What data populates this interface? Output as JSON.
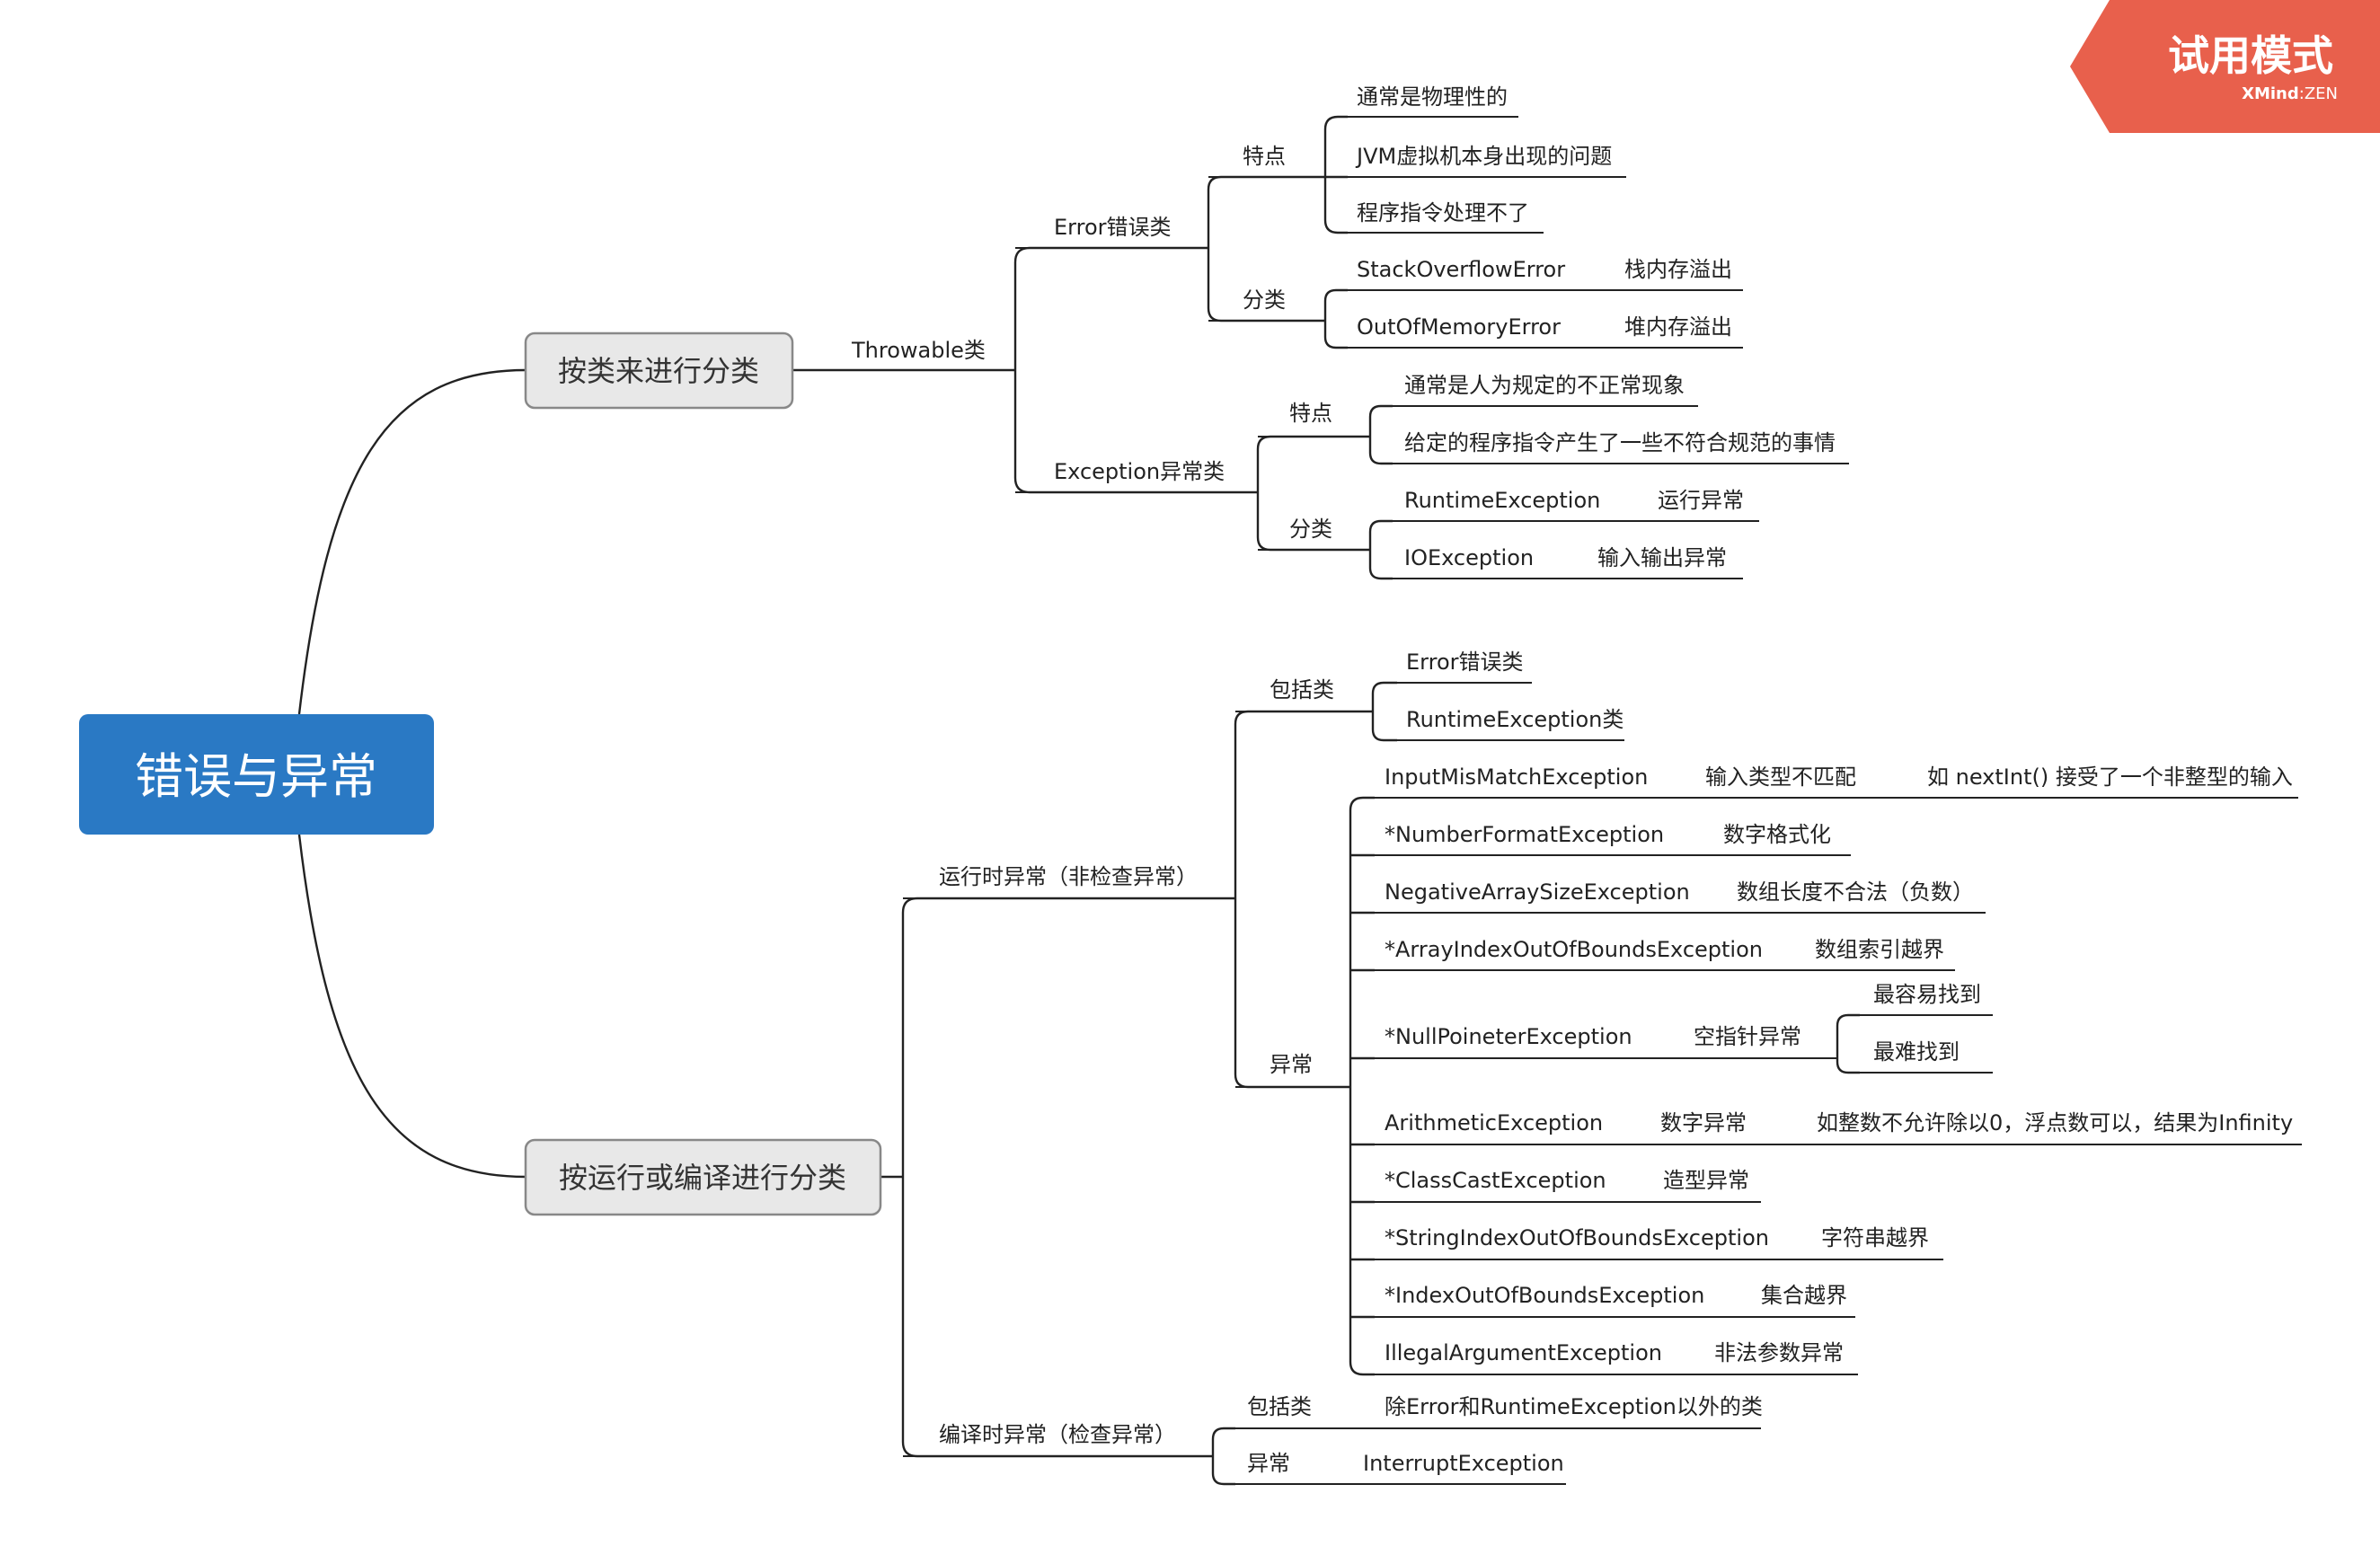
{
  "watermark": {
    "title": "试用模式",
    "brand": "XMind",
    "brand_suffix": "ZEN",
    "color": "#e8604c"
  },
  "colors": {
    "root": "#2a79c4",
    "branch_fill": "#e8e8e8",
    "branch_stroke": "#888888",
    "line": "#222222"
  },
  "root": {
    "label": "错误与异常"
  },
  "by_class": {
    "label": "按类来进行分类",
    "throwable": {
      "label": "Throwable类",
      "error": {
        "label": "Error错误类",
        "traits_label": "特点",
        "traits": [
          "通常是物理性的",
          "JVM虚拟机本身出现的问题",
          "程序指令处理不了"
        ],
        "kinds_label": "分类",
        "kinds": [
          {
            "name": "StackOverflowError",
            "desc": "栈内存溢出"
          },
          {
            "name": "OutOfMemoryError",
            "desc": "堆内存溢出"
          }
        ]
      },
      "exception": {
        "label": "Exception异常类",
        "traits_label": "特点",
        "traits": [
          "通常是人为规定的不正常现象",
          "给定的程序指令产生了一些不符合规范的事情"
        ],
        "kinds_label": "分类",
        "kinds": [
          {
            "name": "RuntimeException",
            "desc": "运行异常"
          },
          {
            "name": "IOException",
            "desc": "输入输出异常"
          }
        ]
      }
    }
  },
  "by_runtime": {
    "label": "按运行或编译进行分类",
    "runtime": {
      "label": "运行时异常（非检查异常）",
      "includes_label": "包括类",
      "includes": [
        "Error错误类",
        "RuntimeException类"
      ],
      "exceptions_label": "异常",
      "exceptions": [
        {
          "name": "InputMisMatchException",
          "desc": "输入类型不匹配",
          "note": "如 nextInt() 接受了一个非整型的输入"
        },
        {
          "name": "*NumberFormatException",
          "desc": "数字格式化"
        },
        {
          "name": "NegativeArraySizeException",
          "desc": "数组长度不合法（负数）"
        },
        {
          "name": "*ArrayIndexOutOfBoundsException",
          "desc": "数组索引越界"
        },
        {
          "name": "*NullPoineterException",
          "desc": "空指针异常",
          "subs": [
            "最容易找到",
            "最难找到"
          ]
        },
        {
          "name": "ArithmeticException",
          "desc": "数字异常",
          "note": "如整数不允许除以0，浮点数可以，结果为Infinity"
        },
        {
          "name": "*ClassCastException",
          "desc": "造型异常"
        },
        {
          "name": "*StringIndexOutOfBoundsException",
          "desc": "字符串越界"
        },
        {
          "name": "*IndexOutOfBoundsException",
          "desc": "集合越界"
        },
        {
          "name": "IllegalArgumentException",
          "desc": "非法参数异常"
        }
      ]
    },
    "compile": {
      "label": "编译时异常（检查异常）",
      "includes_label": "包括类",
      "includes_value": "除Error和RuntimeException以外的类",
      "exceptions_label": "异常",
      "exceptions_value": "InterruptException"
    }
  }
}
